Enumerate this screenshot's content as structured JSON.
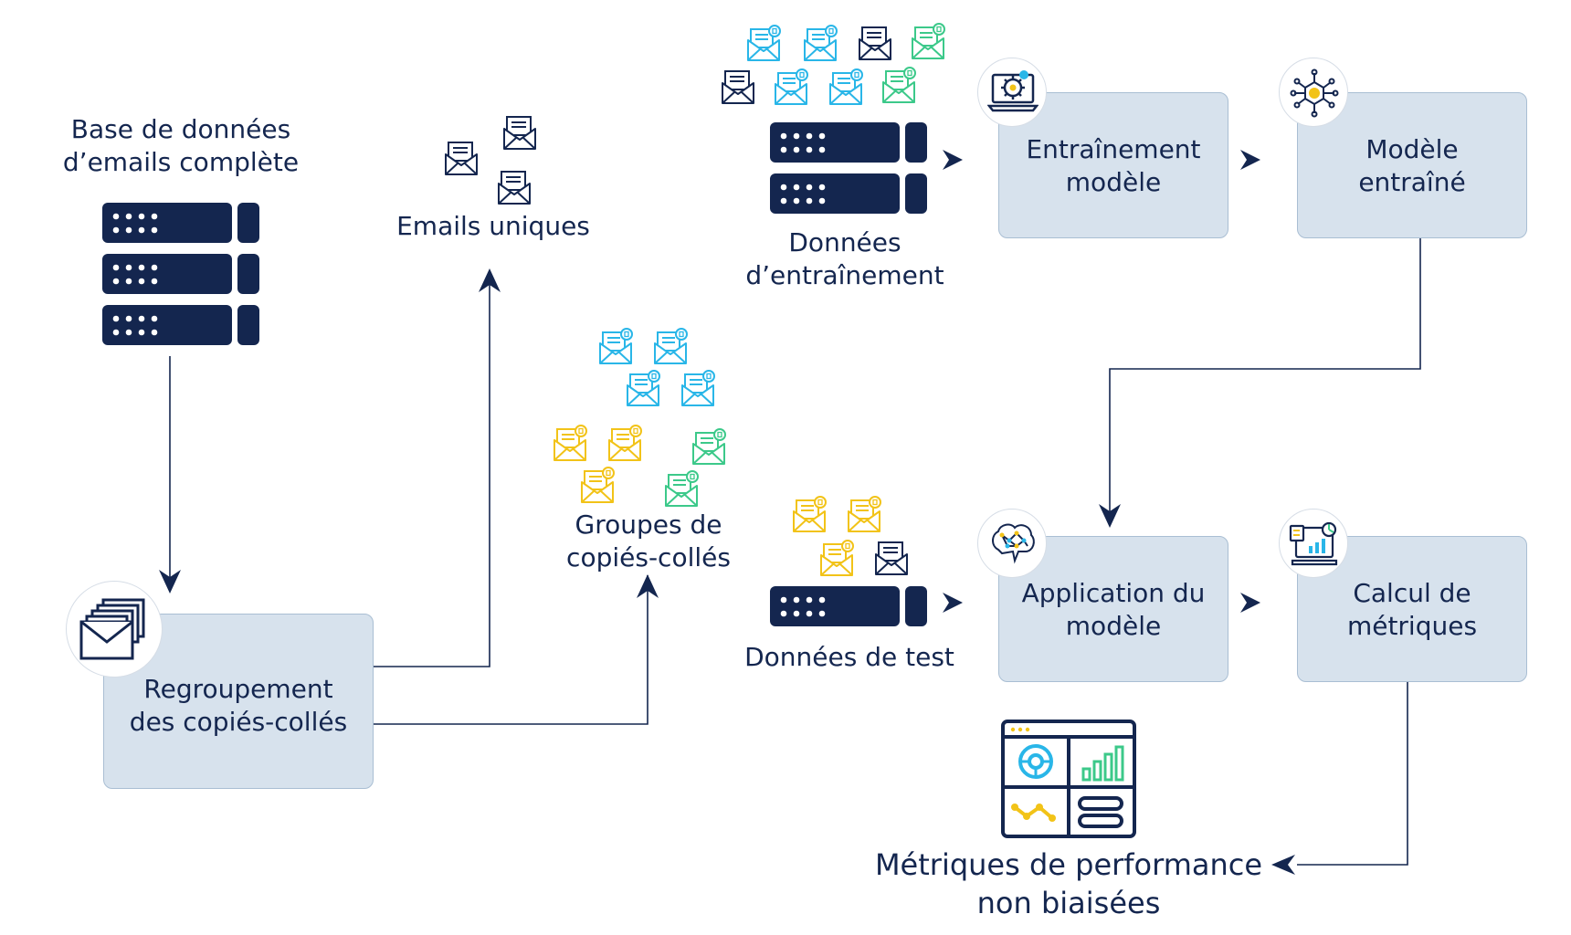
{
  "nodes": {
    "base_db": [
      "Base de données",
      "d’emails complète"
    ],
    "emails_uniques": "Emails uniques",
    "regroupement": [
      "Regroupement",
      "des copiés-collés"
    ],
    "groupes": [
      "Groupes de",
      "copiés-collés"
    ],
    "donnees_entrainement": [
      "Données",
      "d’entraînement"
    ],
    "entrainement": [
      "Entraînement",
      "modèle"
    ],
    "modele": [
      "Modèle",
      "entraîné"
    ],
    "donnees_test": "Données de test",
    "application": [
      "Application du",
      "modèle"
    ],
    "calcul": [
      "Calcul de",
      "métriques"
    ],
    "metriques": [
      "Métriques de performance",
      "non biaisées"
    ]
  },
  "icons": {
    "database": "server-stack-icon",
    "envelope": "envelope-icon",
    "mail_stack": "mail-stack-icon",
    "training": "gear-laptop-icon",
    "ai_chip": "ai-chip-icon",
    "brain": "neural-brain-icon",
    "analytics": "analytics-screen-icon",
    "dashboard": "dashboard-icon"
  },
  "colors": {
    "navy": "#14264f",
    "box_fill": "#d7e2ed",
    "box_border": "#a9bed3",
    "blue_mail": "#29b6e8",
    "green_mail": "#3cc98a",
    "yellow_mail": "#f2c318"
  }
}
